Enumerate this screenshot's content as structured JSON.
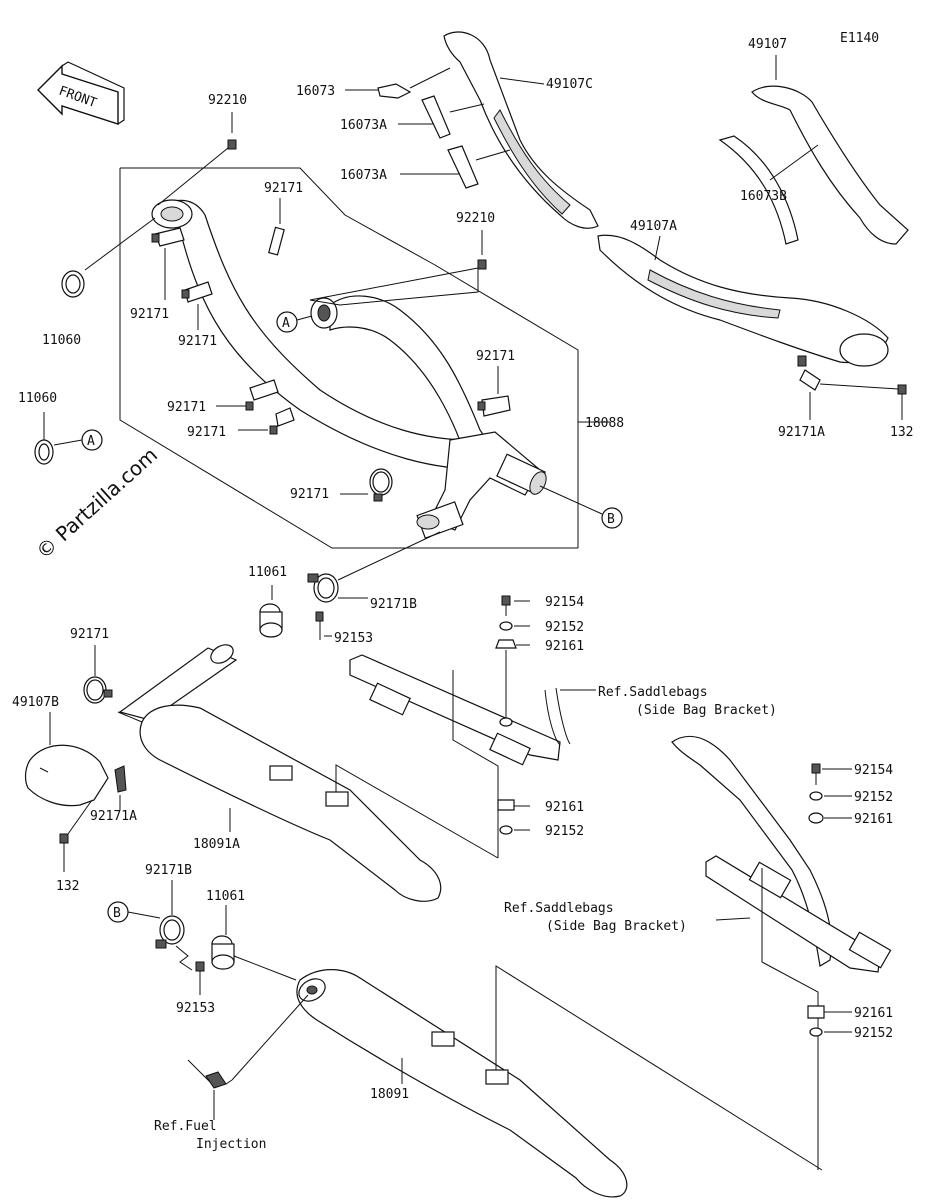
{
  "diagram_code": "E1140",
  "front_label": "FRONT",
  "watermark": "© Partzilla.com",
  "callouts": {
    "A": "A",
    "B": "B"
  },
  "parts": {
    "p92210a": "92210",
    "p92210b": "92210",
    "p11060a": "11060",
    "p11060b": "11060",
    "p92171_1": "92171",
    "p92171_2": "92171",
    "p92171_3": "92171",
    "p92171_4": "92171",
    "p92171_5": "92171",
    "p92171_6": "92171",
    "p92171_7": "92171",
    "p92171_8": "92171",
    "p16073": "16073",
    "p16073A_1": "16073A",
    "p16073A_2": "16073A",
    "p16073B": "16073B",
    "p49107C": "49107C",
    "p49107": "49107",
    "p49107A": "49107A",
    "p49107B": "49107B",
    "p92171A_1": "92171A",
    "p92171A_2": "92171A",
    "p132_1": "132",
    "p132_2": "132",
    "p18088": "18088",
    "p11061_1": "11061",
    "p11061_2": "11061",
    "p92171B_1": "92171B",
    "p92171B_2": "92171B",
    "p92153_1": "92153",
    "p92153_2": "92153",
    "p18091A": "18091A",
    "p18091": "18091",
    "p92154_1": "92154",
    "p92152_1": "92152",
    "p92161_1": "92161",
    "p92161_2": "92161",
    "p92152_2": "92152",
    "p92154_2": "92154",
    "p92152_3": "92152",
    "p92161_3": "92161",
    "p92161_4": "92161",
    "p92152_4": "92152"
  },
  "refs": {
    "saddle1_line1": "Ref.Saddlebags",
    "saddle1_line2": "(Side Bag Bracket)",
    "saddle2_line1": "Ref.Saddlebags",
    "saddle2_line2": "(Side Bag Bracket)",
    "fuel_line1": "Ref.Fuel",
    "fuel_line2": "Injection"
  }
}
